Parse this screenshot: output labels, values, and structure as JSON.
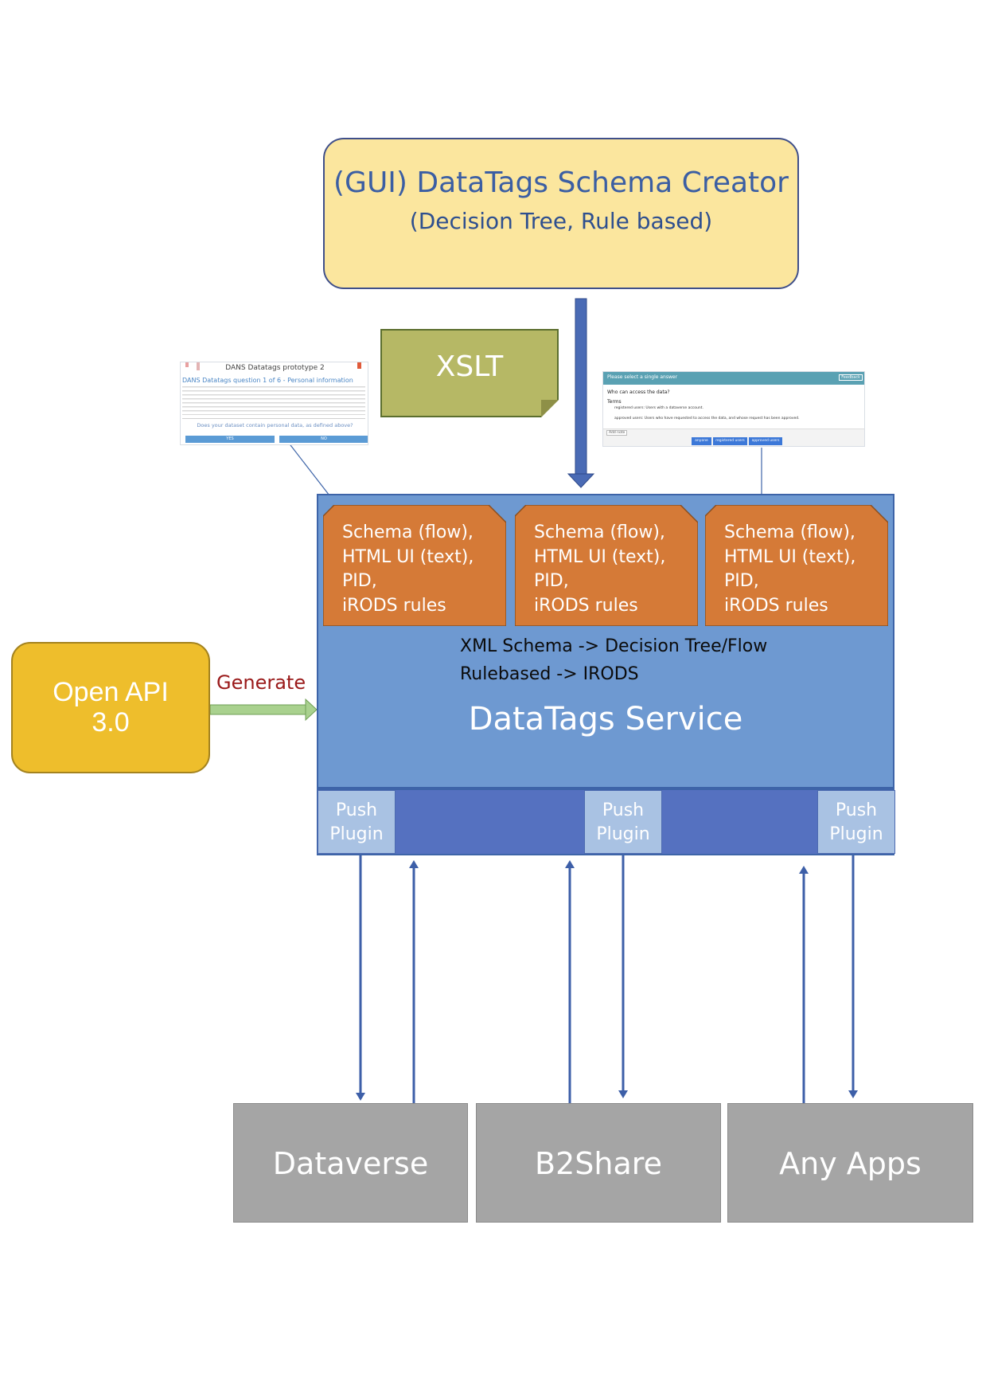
{
  "creator": {
    "title": "(GUI) DataTags Schema Creator",
    "subtitle": "(Decision Tree, Rule based)"
  },
  "xslt_label": "XSLT",
  "screenshot_left": {
    "title": "DANS Datatags prototype 2",
    "heading": "DANS Datatags question 1 of 6 - Personal information",
    "question": "Does your dataset contain personal data, as defined above?",
    "buttons": [
      "YES",
      "NO"
    ]
  },
  "screenshot_right": {
    "header": "Please select a single answer",
    "feedback": "Feedback",
    "question": "Who can access the data?",
    "terms_label": "Terms",
    "terms": [
      "registered users: Users with a dataverse account.",
      "approved users: Users who have requested to access the data, and whose request has been approved."
    ],
    "add_note": "Add note",
    "buttons": [
      "anyone",
      "registered users",
      "approved users"
    ]
  },
  "schema_boxes": [
    {
      "text": "Schema (flow),\nHTML UI (text),\nPID,\niRODS rules"
    },
    {
      "text": "Schema (flow),\nHTML UI (text),\nPID,\niRODS rules"
    },
    {
      "text": "Schema (flow),\nHTML UI (text),\nPID,\niRODS rules"
    }
  ],
  "service": {
    "line1": "XML Schema -> Decision Tree/Flow",
    "line2": "Rulebased -> IRODS",
    "name": "DataTags Service"
  },
  "plugins": [
    {
      "line1": "Push",
      "line2": "Plugin"
    },
    {
      "line1": "Push",
      "line2": "Plugin"
    },
    {
      "line1": "Push",
      "line2": "Plugin"
    }
  ],
  "openapi": {
    "line1": "Open API",
    "line2": "3.0"
  },
  "generate_label": "Generate",
  "apps": [
    "Dataverse",
    "B2Share",
    "Any Apps"
  ],
  "colors": {
    "creator_fill": "#fbe69e",
    "service_fill": "#6e99d1",
    "plugin_bar": "#5571c0",
    "schema_fill": "#d57a37",
    "openapi_fill": "#eebe2c",
    "app_fill": "#a5a5a5",
    "arrow": "#3d5fa8",
    "xslt_fill": "#b6b865",
    "generate_arrow": "#a9d18e"
  }
}
